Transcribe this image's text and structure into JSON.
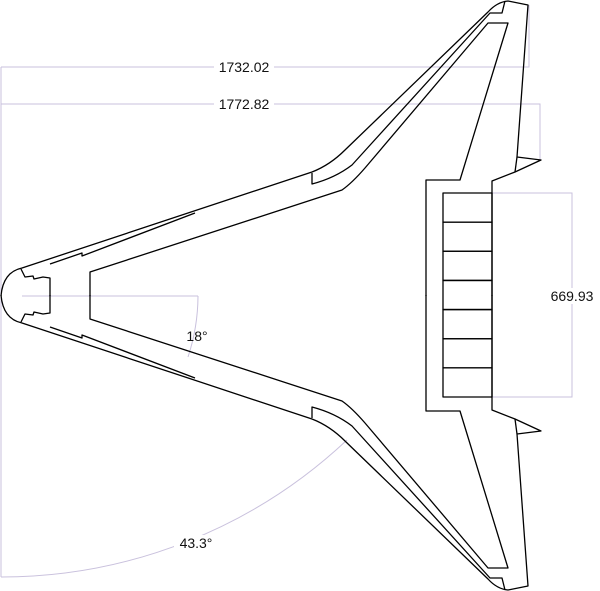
{
  "drawing": {
    "dimensions": {
      "overall_length": "1732.02",
      "length_with_spikes": "1772.82",
      "engine_width": "669.93",
      "nose_angle": "18°",
      "wing_sweep_angle": "43.3°"
    },
    "engine_cells": 7,
    "colors": {
      "outline": "#000000",
      "dimension_line": "#c9c1dd"
    }
  }
}
